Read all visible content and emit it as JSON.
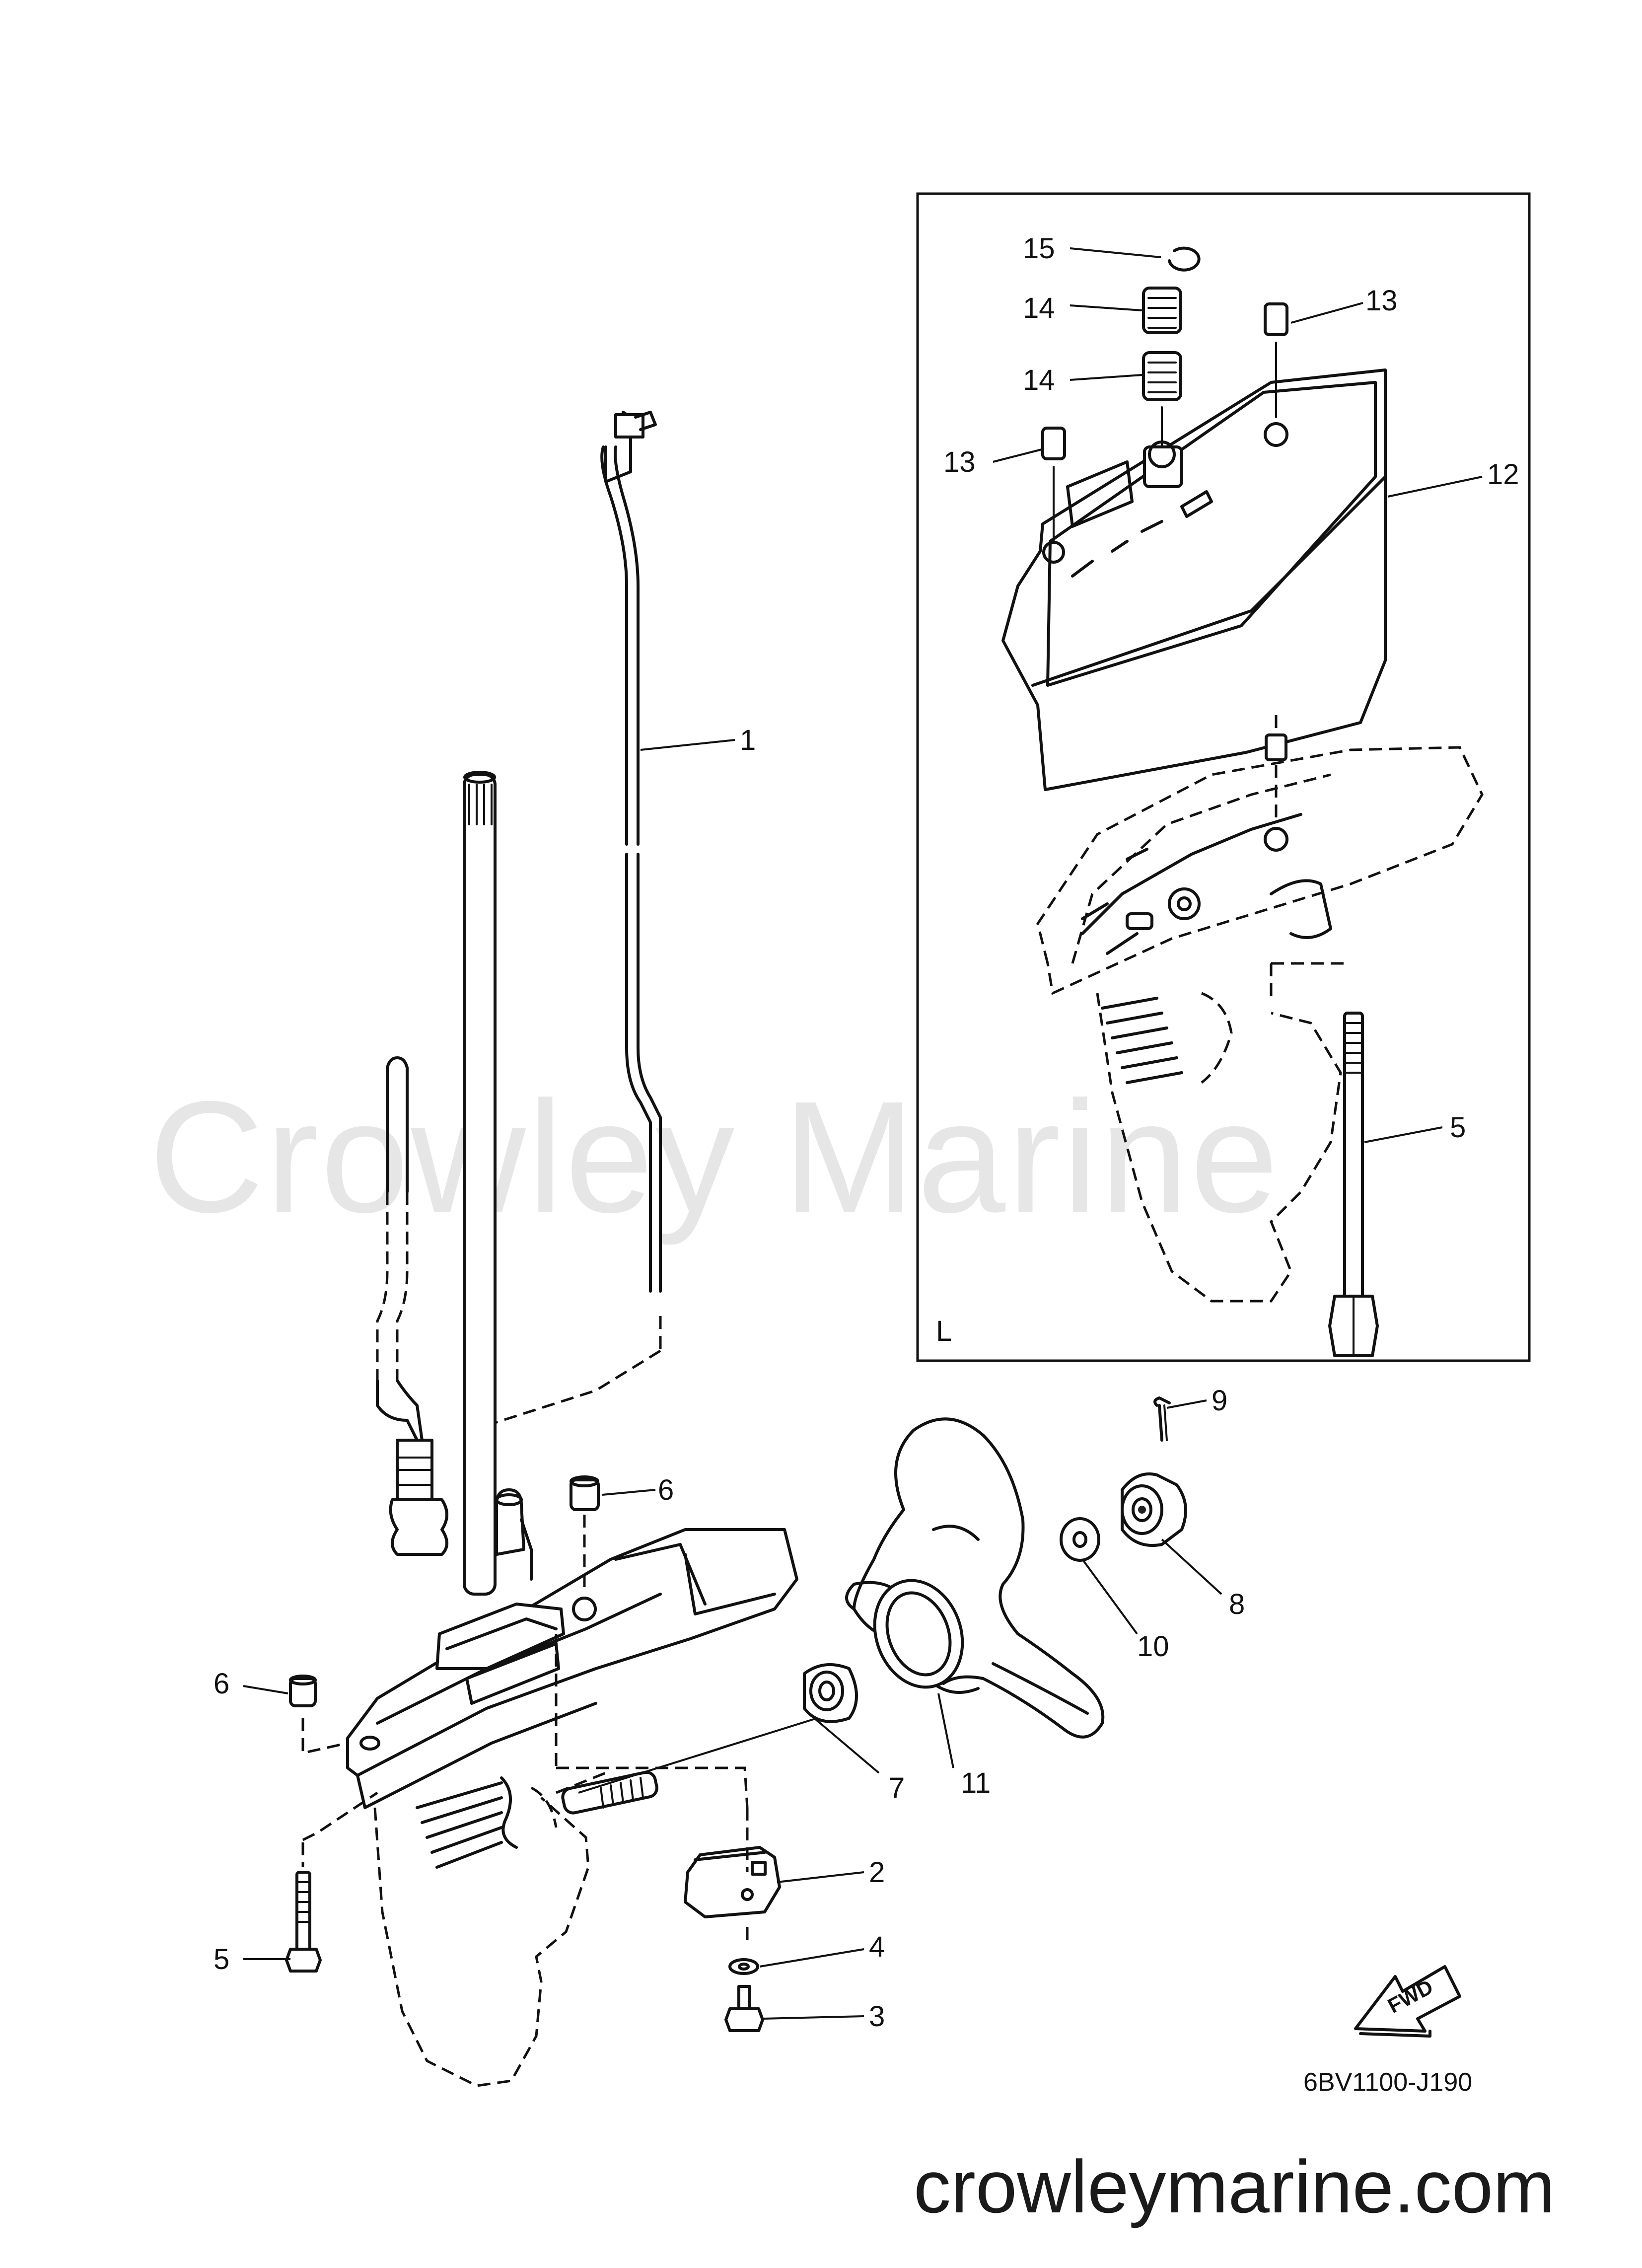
{
  "watermark": "Crowley Marine",
  "site_url": "crowleymarine.com",
  "drawing_code": "6BV1100-J190",
  "inset_label": "L",
  "fwd_label": "FWD",
  "callouts": {
    "c1": "1",
    "c2": "2",
    "c3": "3",
    "c4": "4",
    "c5a": "5",
    "c5b": "5",
    "c6a": "6",
    "c6b": "6",
    "c7": "7",
    "c8": "8",
    "c9": "9",
    "c10": "10",
    "c11": "11",
    "c12": "12",
    "c13a": "13",
    "c13b": "13",
    "c14a": "14",
    "c14b": "14",
    "c15": "15"
  },
  "colors": {
    "line": "#111111",
    "watermark": "#e6e6e6",
    "background": "#ffffff"
  }
}
